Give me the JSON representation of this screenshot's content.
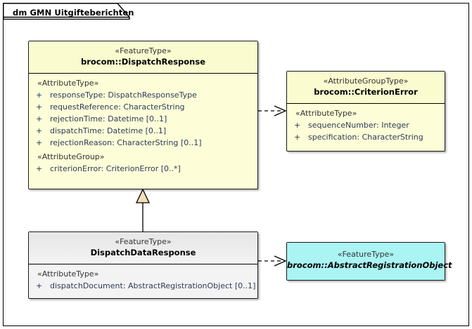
{
  "diagram": {
    "tab_title": "dm GMN Uitgifteberichten",
    "type": "uml-class-diagram"
  },
  "classes": [
    {
      "id": "dispatch-response",
      "stereotype": "«FeatureType»",
      "name": "brocom::DispatchResponse",
      "abstract": false,
      "fill": "#fdfdd8",
      "compartments": [
        {
          "group": "«AttributeType»",
          "attributes": [
            {
              "visibility": "+",
              "text": "responseType: DispatchResponseType"
            },
            {
              "visibility": "+",
              "text": "requestReference: CharacterString"
            },
            {
              "visibility": "+",
              "text": "rejectionTime: Datetime [0..1]"
            },
            {
              "visibility": "+",
              "text": "dispatchTime: Datetime [0..1]"
            },
            {
              "visibility": "+",
              "text": "rejectionReason: CharacterString [0..1]"
            }
          ]
        },
        {
          "group": "«AttributeGroup»",
          "attributes": [
            {
              "visibility": "+",
              "text": "criterionError: CriterionError [0..*]"
            }
          ]
        }
      ]
    },
    {
      "id": "criterion-error",
      "stereotype": "«AttributeGroupType»",
      "name": "brocom::CriterionError",
      "abstract": false,
      "fill": "#fdfdd8",
      "compartments": [
        {
          "group": "«AttributeType»",
          "attributes": [
            {
              "visibility": "+",
              "text": "sequenceNumber: Integer"
            },
            {
              "visibility": "+",
              "text": "specification: CharacterString"
            }
          ]
        }
      ]
    },
    {
      "id": "dispatch-data-response",
      "stereotype": "«FeatureType»",
      "name": "DispatchDataResponse",
      "abstract": false,
      "fill": "#f3f3f3",
      "compartments": [
        {
          "group": "«AttributeType»",
          "attributes": [
            {
              "visibility": "+",
              "text": "dispatchDocument: AbstractRegistrationObject [0..1]"
            }
          ]
        }
      ]
    },
    {
      "id": "abstract-registration-object",
      "stereotype": "«FeatureType»",
      "name": "brocom::AbstractRegistrationObject",
      "abstract": true,
      "fill": "#aaf4f4",
      "compartments": []
    }
  ],
  "connectors": [
    {
      "id": "dep-dispatchresponse-criterionerror",
      "kind": "dependency",
      "style": "dashed-open-arrow",
      "from": "dispatch-response",
      "to": "criterion-error",
      "label": ""
    },
    {
      "id": "gen-dispatchdataresponse-dispatchresponse",
      "kind": "generalization",
      "style": "solid-hollow-triangle",
      "from": "dispatch-data-response",
      "to": "dispatch-response",
      "label": ""
    },
    {
      "id": "dep-dispatchdataresponse-abstractregistrationobject",
      "kind": "dependency",
      "style": "dashed-open-arrow",
      "from": "dispatch-data-response",
      "to": "abstract-registration-object",
      "label": ""
    }
  ],
  "colors": {
    "frame_border": "#000000",
    "class_yellow": "#fdfdd8",
    "class_grey": "#f3f3f3",
    "class_cyan": "#aaf4f4",
    "attribute_text": "#2d3c57",
    "stereotype_text": "#333333",
    "triangle_fill": "#f5ddb8"
  }
}
